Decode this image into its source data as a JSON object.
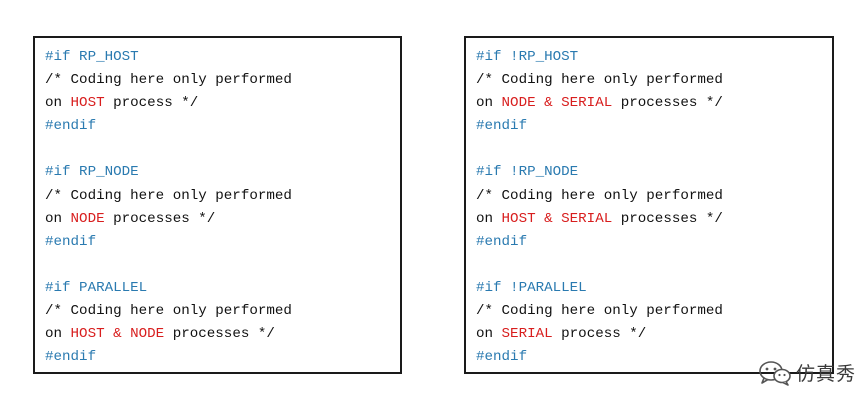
{
  "left_block": {
    "lines": [
      [
        {
          "t": "#if RP_HOST",
          "k": "directive"
        }
      ],
      [
        {
          "t": "/* Coding here only performed",
          "k": "plain"
        }
      ],
      [
        {
          "t": "on ",
          "k": "plain"
        },
        {
          "t": "HOST",
          "k": "highlight"
        },
        {
          "t": " process */",
          "k": "plain"
        }
      ],
      [
        {
          "t": "#endif",
          "k": "directive"
        }
      ],
      [],
      [
        {
          "t": "#if RP_NODE",
          "k": "directive"
        }
      ],
      [
        {
          "t": "/* Coding here only performed",
          "k": "plain"
        }
      ],
      [
        {
          "t": "on ",
          "k": "plain"
        },
        {
          "t": "NODE",
          "k": "highlight"
        },
        {
          "t": " processes */",
          "k": "plain"
        }
      ],
      [
        {
          "t": "#endif",
          "k": "directive"
        }
      ],
      [],
      [
        {
          "t": "#if PARALLEL",
          "k": "directive"
        }
      ],
      [
        {
          "t": "/* Coding here only performed",
          "k": "plain"
        }
      ],
      [
        {
          "t": "on ",
          "k": "plain"
        },
        {
          "t": "HOST & NODE",
          "k": "highlight"
        },
        {
          "t": " processes */",
          "k": "plain"
        }
      ],
      [
        {
          "t": "#endif",
          "k": "directive"
        }
      ]
    ]
  },
  "right_block": {
    "lines": [
      [
        {
          "t": "#if !RP_HOST",
          "k": "directive"
        }
      ],
      [
        {
          "t": "/* Coding here only performed",
          "k": "plain"
        }
      ],
      [
        {
          "t": "on ",
          "k": "plain"
        },
        {
          "t": "NODE & SERIAL",
          "k": "highlight"
        },
        {
          "t": " processes */",
          "k": "plain"
        }
      ],
      [
        {
          "t": "#endif",
          "k": "directive"
        }
      ],
      [],
      [
        {
          "t": "#if !RP_NODE",
          "k": "directive"
        }
      ],
      [
        {
          "t": "/* Coding here only performed",
          "k": "plain"
        }
      ],
      [
        {
          "t": "on ",
          "k": "plain"
        },
        {
          "t": "HOST & SERIAL",
          "k": "highlight"
        },
        {
          "t": " processes */",
          "k": "plain"
        }
      ],
      [
        {
          "t": "#endif",
          "k": "directive"
        }
      ],
      [],
      [
        {
          "t": "#if !PARALLEL",
          "k": "directive"
        }
      ],
      [
        {
          "t": "/* Coding here only performed",
          "k": "plain"
        }
      ],
      [
        {
          "t": "on ",
          "k": "plain"
        },
        {
          "t": "SERIAL",
          "k": "highlight"
        },
        {
          "t": " process */",
          "k": "plain"
        }
      ],
      [
        {
          "t": "#endif",
          "k": "directive"
        }
      ]
    ]
  },
  "colors": {
    "directive": "#2a7ab0",
    "highlight": "#d81e1e",
    "plain": "#111111",
    "border": "#1a1a1a"
  },
  "watermark": {
    "text": "仿真秀",
    "icon": "wechat-logo-icon"
  }
}
